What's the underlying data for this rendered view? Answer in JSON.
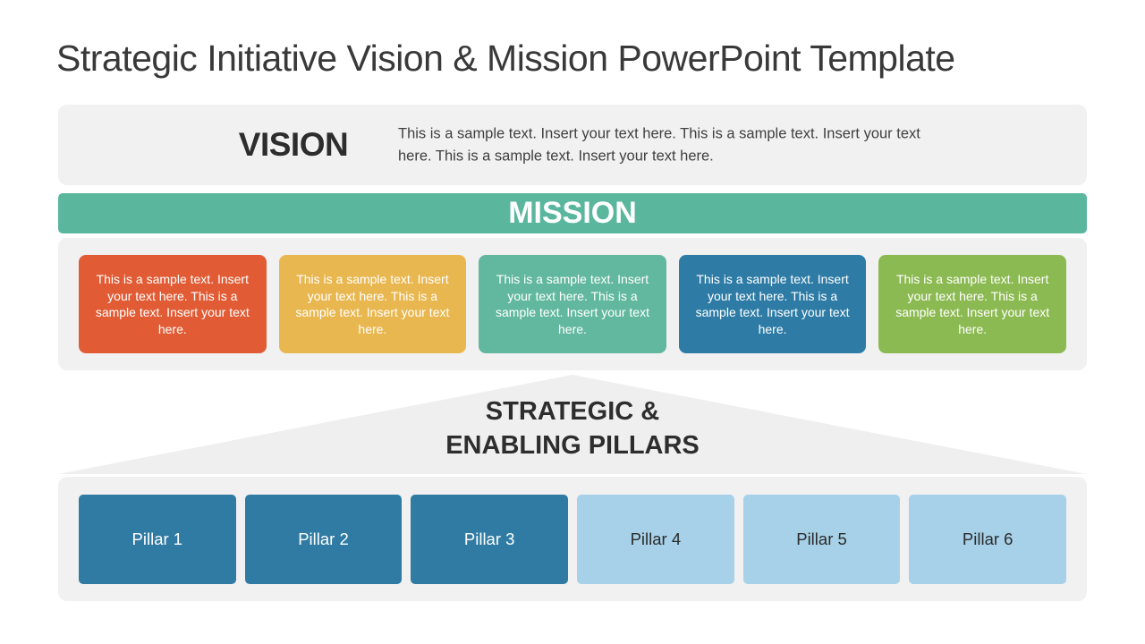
{
  "slide_title": "Strategic Initiative Vision & Mission PowerPoint Template",
  "vision": {
    "label": "VISION",
    "text": "This is a sample text. Insert your text here. This is a sample text. Insert your text here. This is a sample text. Insert your text here."
  },
  "mission": {
    "label": "MISSION",
    "banner_color": "#5ab79e",
    "boxes": [
      {
        "text": "This is a sample text. Insert your text here. This is a sample text. Insert your text here.",
        "color": "#e15c35",
        "text_color": "#ffffff"
      },
      {
        "text": "This is a sample text. Insert your text here. This is a sample text. Insert your text here.",
        "color": "#e9b750",
        "text_color": "#ffffff"
      },
      {
        "text": "This is a sample text. Insert your text here. This is a sample text. Insert your text here.",
        "color": "#62b89e",
        "text_color": "#ffffff"
      },
      {
        "text": "This is a sample text. Insert your text here. This is a sample text. Insert your text here.",
        "color": "#2e7ca6",
        "text_color": "#ffffff"
      },
      {
        "text": "This is a sample text. Insert your text here. This is a sample text. Insert your text here.",
        "color": "#8cba52",
        "text_color": "#ffffff"
      }
    ]
  },
  "pillars_heading": {
    "line1": "STRATEGIC &",
    "line2": "ENABLING PILLARS"
  },
  "pillars": [
    {
      "label": "Pillar 1",
      "color": "#2f7ba3",
      "text_color": "#ffffff"
    },
    {
      "label": "Pillar 2",
      "color": "#2f7ba3",
      "text_color": "#ffffff"
    },
    {
      "label": "Pillar 3",
      "color": "#2f7ba3",
      "text_color": "#ffffff"
    },
    {
      "label": "Pillar 4",
      "color": "#a7d1e8",
      "text_color": "#2b2b2b"
    },
    {
      "label": "Pillar 5",
      "color": "#a7d1e8",
      "text_color": "#2b2b2b"
    },
    {
      "label": "Pillar 6",
      "color": "#a7d1e8",
      "text_color": "#2b2b2b"
    }
  ],
  "theme": {
    "panel_bg": "#f1f1f1",
    "triangle_bg": "#efefef",
    "title_color": "#393939"
  }
}
